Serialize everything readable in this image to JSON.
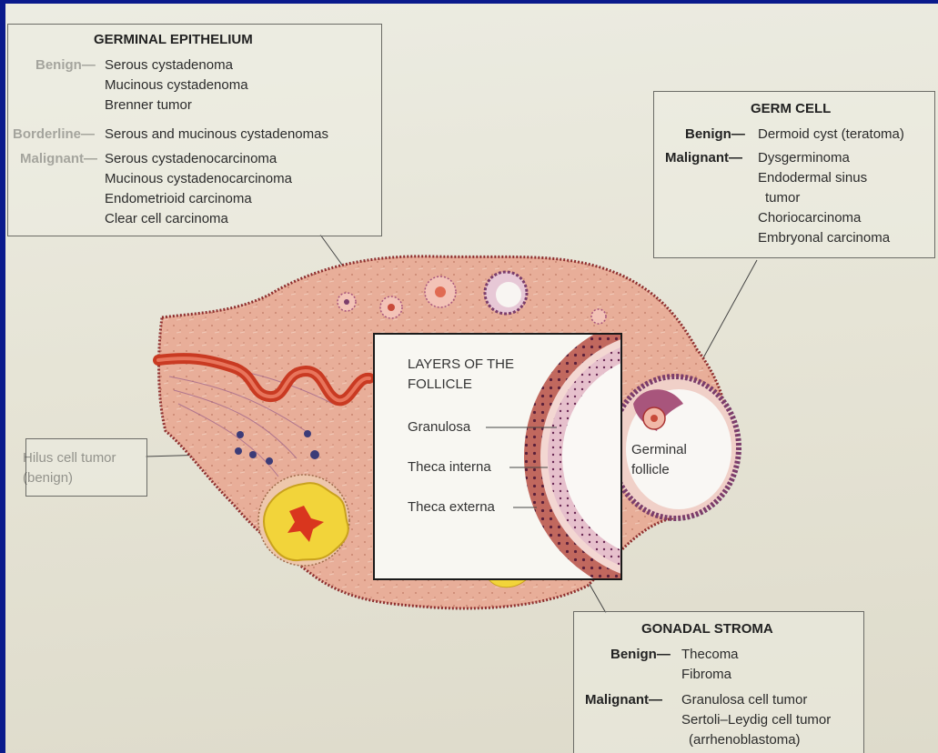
{
  "germinal_epithelium": {
    "title": "GERMINAL EPITHELIUM",
    "benign_label": "Benign—",
    "benign_items": [
      "Serous cystadenoma",
      "Mucinous cystadenoma",
      "Brenner tumor"
    ],
    "borderline_label": "Borderline—",
    "borderline_items": [
      "Serous and mucinous cystadenomas"
    ],
    "malignant_label": "Malignant—",
    "malignant_items": [
      "Serous cystadenocarcinoma",
      "Mucinous cystadenocarcinoma",
      "Endometrioid carcinoma",
      "Clear cell carcinoma"
    ]
  },
  "germ_cell": {
    "title": "GERM CELL",
    "benign_label": "Benign—",
    "benign_items": [
      "Dermoid cyst (teratoma)"
    ],
    "malignant_label": "Malignant—",
    "malignant_items": [
      "Dysgerminoma",
      "Endodermal sinus",
      "tumor",
      "Choriocarcinoma",
      "Embryonal carcinoma"
    ]
  },
  "hilus": {
    "line1": "Hilus cell tumor",
    "line2": "(benign)"
  },
  "follicle_layers": {
    "title_line1": "LAYERS OF THE",
    "title_line2": "FOLLICLE",
    "granulosa": "Granulosa",
    "theca_interna": "Theca interna",
    "theca_externa": "Theca externa"
  },
  "germinal_follicle": {
    "line1": "Germinal",
    "line2": "follicle"
  },
  "gonadal_stroma": {
    "title": "GONADAL STROMA",
    "benign_label": "Benign—",
    "benign_items": [
      "Thecoma",
      "Fibroma"
    ],
    "malignant_label": "Malignant—",
    "malignant_items": [
      "Granulosa cell tumor",
      "Sertoli–Leydig cell tumor",
      "(arrhenoblastoma)"
    ]
  },
  "colors": {
    "frame": "#0a1a8c",
    "ovary_tissue": "#e6a994",
    "ovary_border": "#9a3b3b",
    "tube": "#c93a22",
    "corpus_luteum": "#f2d43a"
  }
}
